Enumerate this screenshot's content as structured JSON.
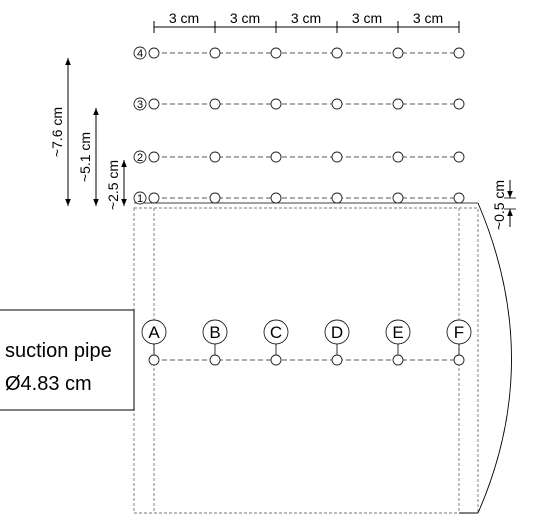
{
  "spacing_labels": [
    "3 cm",
    "3 cm",
    "3 cm",
    "3 cm",
    "3 cm"
  ],
  "height_labels": [
    "~7.6 cm",
    "~5.1 cm",
    "~2.5 cm"
  ],
  "gap_label": "~0.5 cm",
  "row_labels": [
    "4",
    "3",
    "2",
    "1"
  ],
  "column_labels": [
    "A",
    "B",
    "C",
    "D",
    "E",
    "F"
  ],
  "suction_pipe": {
    "line1": "suction pipe",
    "line2": "Ø4.83 cm"
  }
}
